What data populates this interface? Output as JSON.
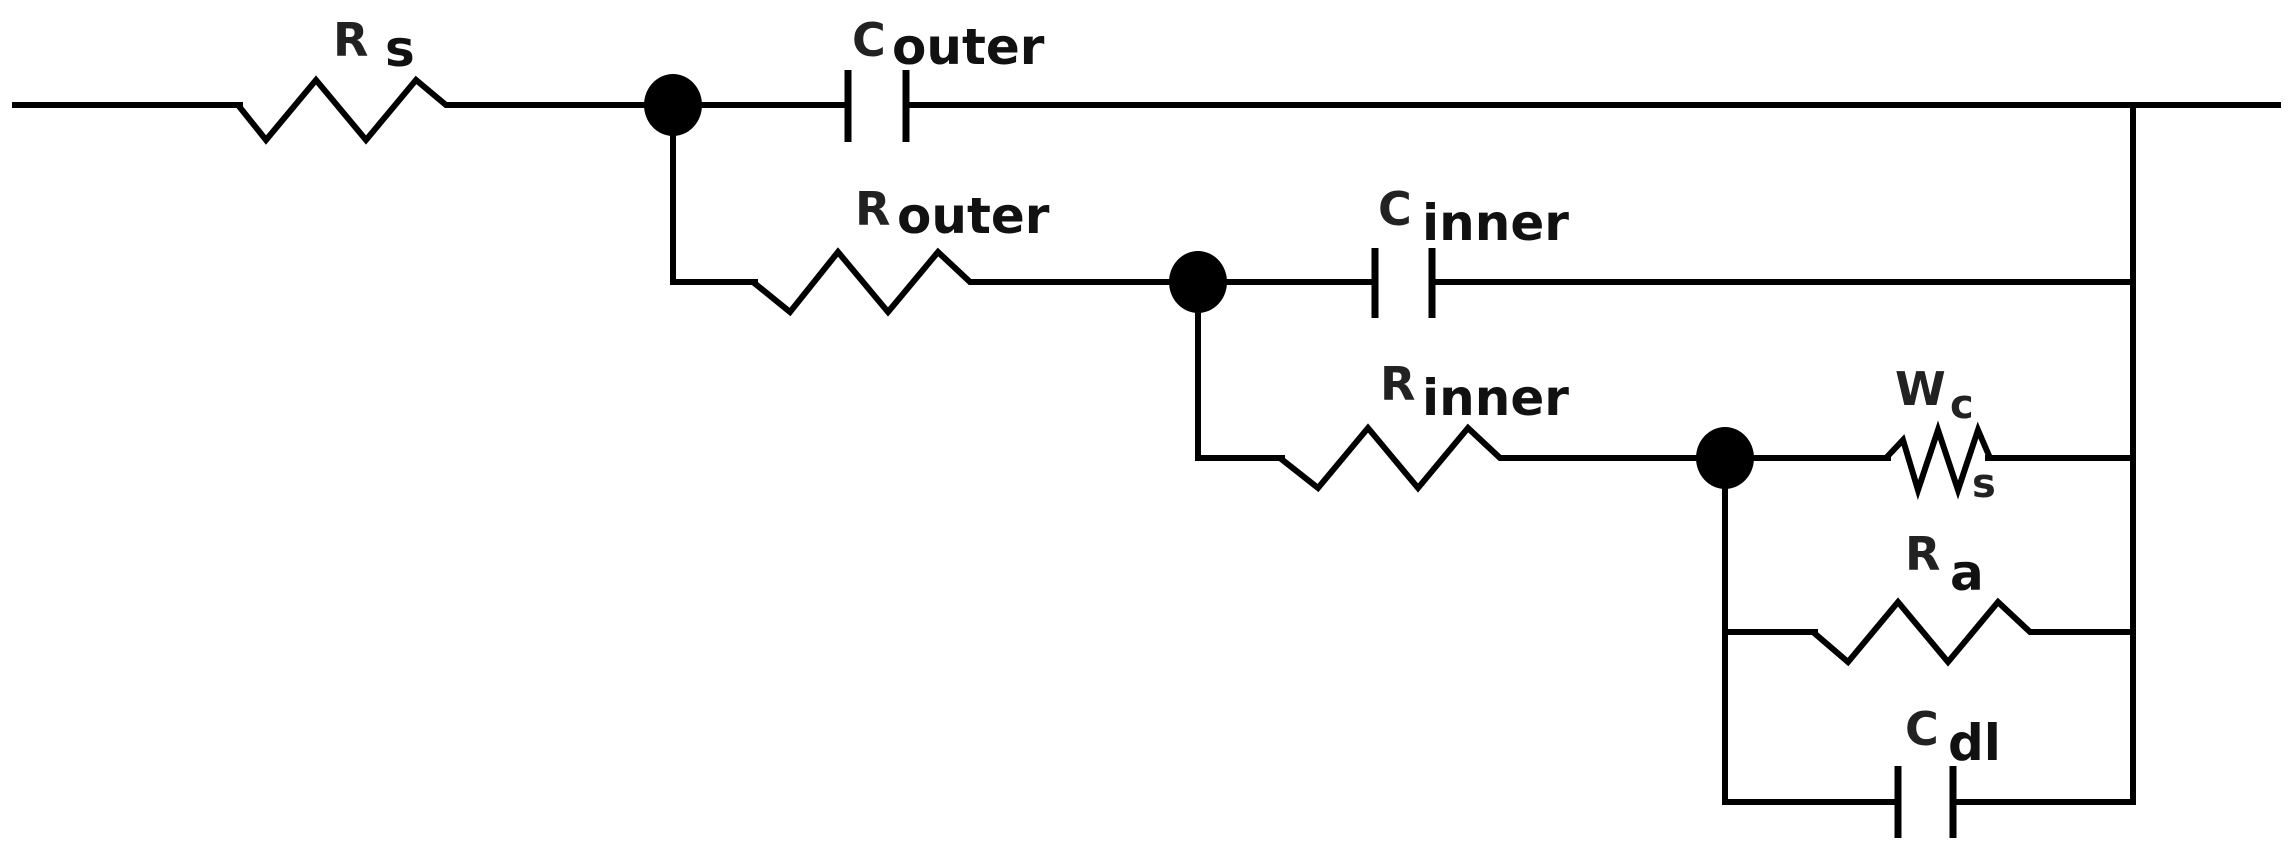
{
  "circuit": {
    "labels": {
      "rs_main": "R",
      "rs_sub": "s",
      "couter_main": "C",
      "couter_sub": "outer",
      "router_main": "R",
      "router_sub": "outer",
      "cinner_main": "C",
      "cinner_sub": "inner",
      "rinner_main": "R",
      "rinner_sub": "inner",
      "w_main": "W",
      "w_top_sub": "c",
      "w_bottom_sub": "s",
      "ra_main": "R",
      "ra_sub": "a",
      "cdl_main": "C",
      "cdl_sub": "dl"
    }
  }
}
